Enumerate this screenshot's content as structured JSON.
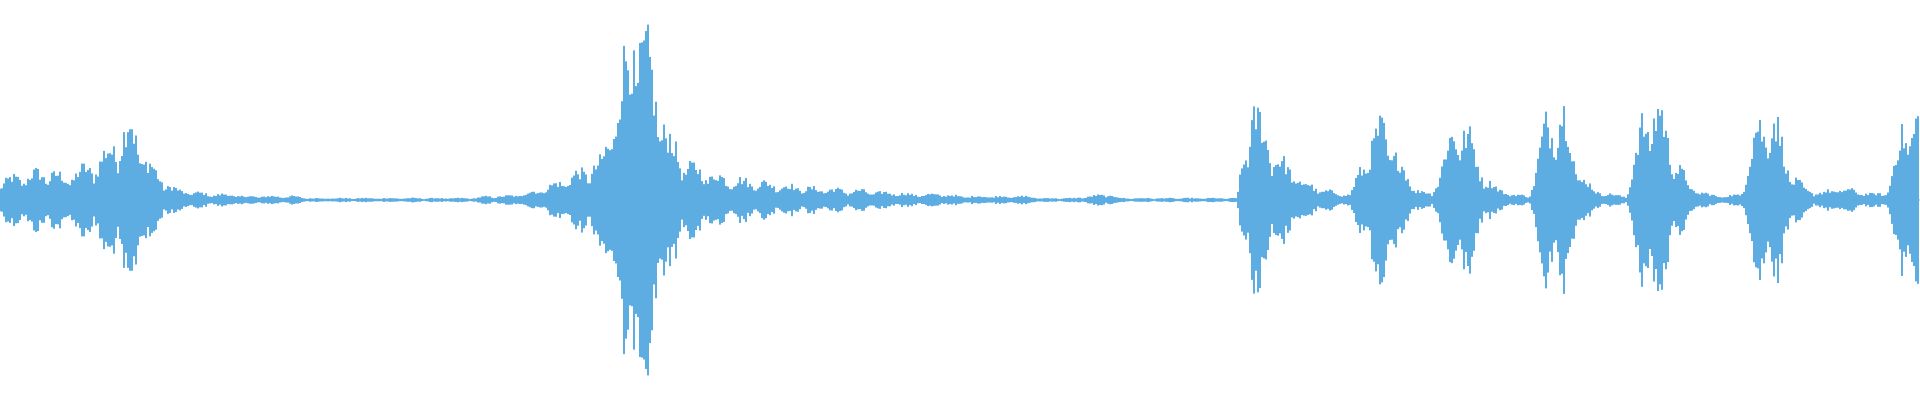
{
  "waveform": {
    "color": "#5dade2",
    "background": "#ffffff",
    "note": "",
    "envelope": [
      0.1,
      0.12,
      0.14,
      0.15,
      0.12,
      0.16,
      0.2,
      0.3,
      0.42,
      0.22,
      0.1,
      0.05,
      0.04,
      0.03,
      0.03,
      0.02,
      0.02,
      0.02,
      0.02,
      0.01,
      0.01,
      0.01,
      0.01,
      0.01,
      0.01,
      0.01,
      0.01,
      0.01,
      0.01,
      0.01,
      0.02,
      0.02,
      0.03,
      0.05,
      0.08,
      0.12,
      0.16,
      0.2,
      0.55,
      0.95,
      0.7,
      0.35,
      0.2,
      0.16,
      0.13,
      0.11,
      0.1,
      0.09,
      0.08,
      0.07,
      0.06,
      0.06,
      0.05,
      0.05,
      0.04,
      0.04,
      0.03,
      0.03,
      0.03,
      0.02,
      0.02,
      0.02,
      0.02,
      0.02,
      0.01,
      0.01,
      0.01,
      0.02,
      0.03,
      0.01,
      0.01,
      0.01,
      0.01,
      0.01,
      0.01,
      0.01,
      0.01,
      0.5,
      0.3,
      0.18,
      0.1,
      0.06,
      0.04,
      0.03,
      0.25,
      0.4,
      0.2,
      0.06,
      0.03,
      0.3,
      0.42,
      0.15,
      0.06,
      0.03,
      0.02,
      0.4,
      0.5,
      0.15,
      0.05,
      0.03,
      0.02,
      0.45,
      0.48,
      0.2,
      0.06,
      0.03,
      0.02,
      0.03,
      0.4,
      0.45,
      0.15,
      0.05,
      0.04,
      0.06,
      0.05,
      0.03,
      0.04,
      0.4,
      0.42
    ]
  }
}
